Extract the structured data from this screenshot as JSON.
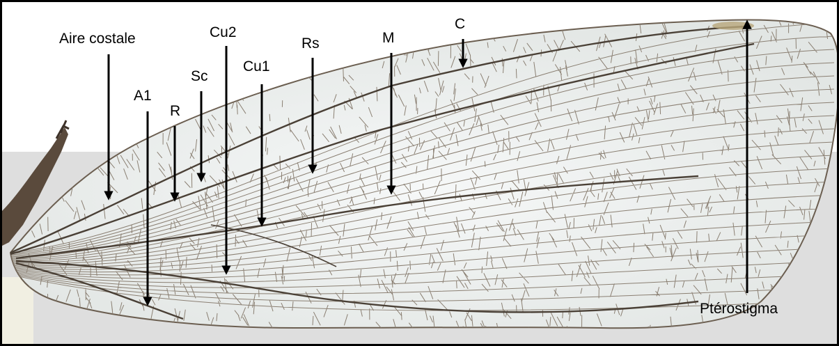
{
  "labels": {
    "aire_costale": "Aire costale",
    "a1": "A1",
    "r": "R",
    "sc": "Sc",
    "cu2": "Cu2",
    "cu1": "Cu1",
    "rs": "Rs",
    "m": "M",
    "c": "C",
    "pterostigma": "Ptérostigma"
  },
  "colors": {
    "background": "#ffffff",
    "support": "#dcdcdc",
    "wing_membrane": "#e9ece9",
    "vein": "#4a4036",
    "arrow": "#000000",
    "pterostigma": "#b8a67a"
  }
}
